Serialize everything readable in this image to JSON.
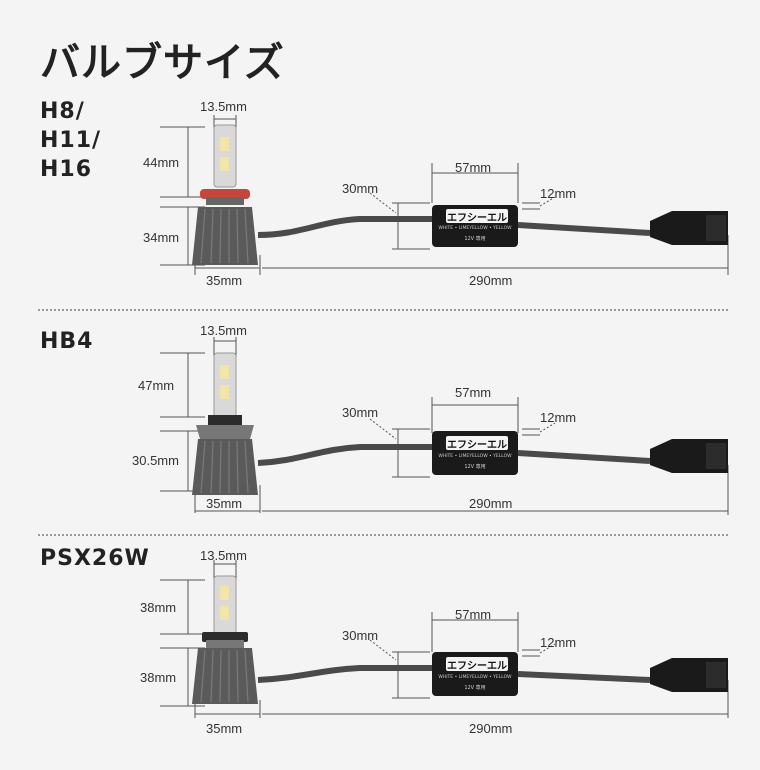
{
  "page": {
    "title": "バルブサイズ"
  },
  "sections": [
    {
      "name_lines": [
        "H8/",
        "H11/",
        "H16"
      ],
      "dims": {
        "led_width": "13.5mm",
        "led_height": "44mm",
        "body_height": "34mm",
        "body_width": "35mm",
        "ctrl_width": "57mm",
        "ctrl_height": "30mm",
        "ctrl_thick": "12mm",
        "cable_length": "290mm"
      },
      "controller": {
        "logo": "エフシーエル",
        "line1": "WHITE • LIMEYELLOW • YELLOW",
        "line2": "12V 専用"
      }
    },
    {
      "name_lines": [
        "HB4"
      ],
      "dims": {
        "led_width": "13.5mm",
        "led_height": "47mm",
        "body_height": "30.5mm",
        "body_width": "35mm",
        "ctrl_width": "57mm",
        "ctrl_height": "30mm",
        "ctrl_thick": "12mm",
        "cable_length": "290mm"
      },
      "controller": {
        "logo": "エフシーエル",
        "line1": "WHITE • LIMEYELLOW • YELLOW",
        "line2": "12V 専用"
      }
    },
    {
      "name_lines": [
        "PSX26W"
      ],
      "dims": {
        "led_width": "13.5mm",
        "led_height": "38mm",
        "body_height": "38mm",
        "body_width": "35mm",
        "ctrl_width": "57mm",
        "ctrl_height": "30mm",
        "ctrl_thick": "12mm",
        "cable_length": "290mm"
      },
      "controller": {
        "logo": "エフシーエル",
        "line1": "WHITE • LIMEYELLOW • YELLOW",
        "line2": "12V 専用"
      }
    }
  ],
  "colors": {
    "ring_red": "#c8453a",
    "dark": "#3a3a3a",
    "controller": "#1a1a1a",
    "cable": "#4a4a4a"
  }
}
